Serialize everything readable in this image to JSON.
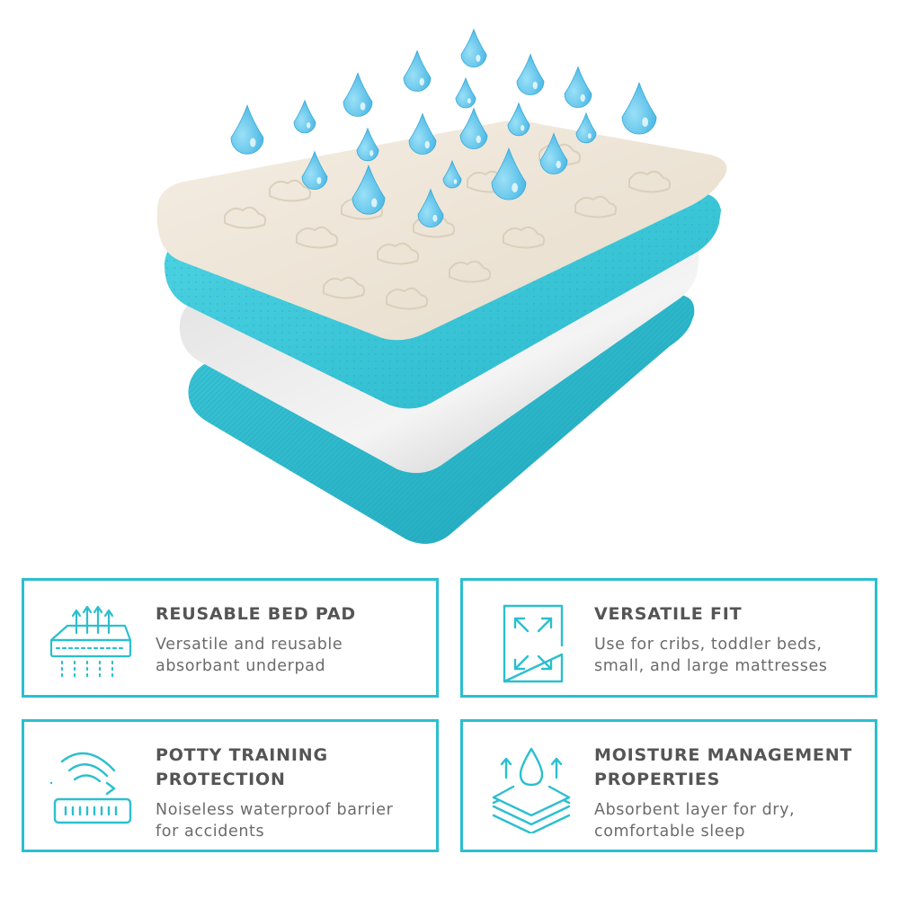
{
  "colors": {
    "accent": "#2bbfcf",
    "drop": "#5cc6ec",
    "top_layer": "#ede4d7",
    "teal_layer": "#37c9db",
    "gray_layer": "#cfcfcf",
    "bottom_layer": "#2cb9cc"
  },
  "hero": {
    "image": "four-layer-bed-pad-with-water-drops",
    "layers": [
      "quilted-top-layer",
      "absorbent-teal-layer",
      "waterproof-gray-layer",
      "bottom-teal-layer"
    ]
  },
  "features": [
    {
      "icon": "mattress-breathable-icon",
      "title": "REUSABLE BED PAD",
      "description_lines": [
        "Versatile and reusable",
        "absorbant underpad"
      ]
    },
    {
      "icon": "expand-arrows-icon",
      "title": "VERSATILE FIT",
      "description_lines": [
        "Use for cribs, toddler beds,",
        "small, and large mattresses"
      ]
    },
    {
      "icon": "silent-pad-icon",
      "title_lines": [
        "POTTY TRAINING",
        "PROTECTION"
      ],
      "description_lines": [
        "Noiseless waterproof barrier",
        "for accidents"
      ]
    },
    {
      "icon": "moisture-layers-icon",
      "title_lines": [
        "MOISTURE MANAGEMENT",
        "PROPERTIES"
      ],
      "description_lines": [
        "Absorbent layer for dry,",
        "comfortable sleep"
      ]
    }
  ]
}
